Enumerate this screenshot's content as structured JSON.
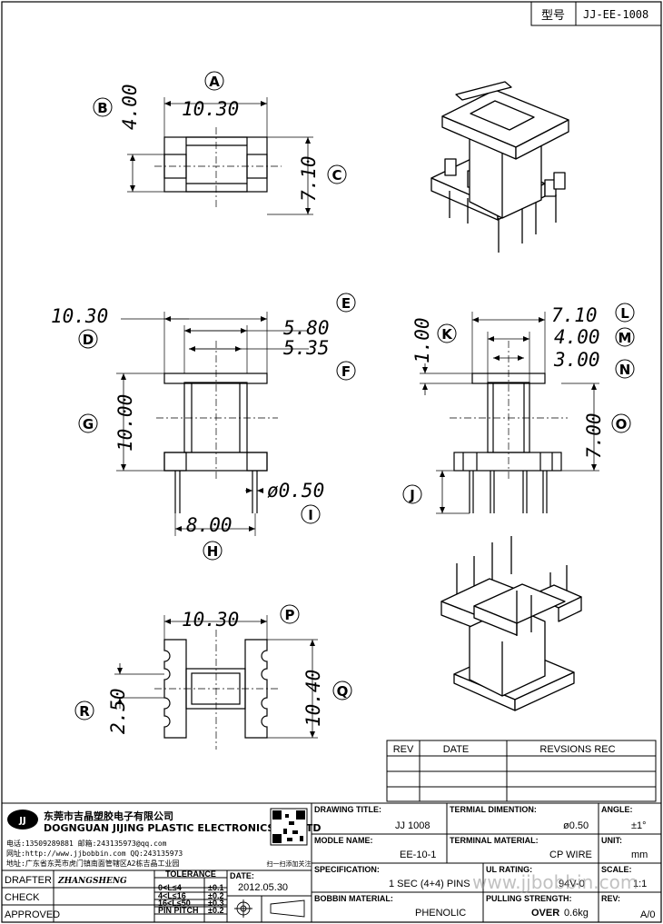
{
  "model_box": {
    "prefix": "型号",
    "model": "JJ-EE-1008"
  },
  "dimensions": {
    "A": {
      "letter": "A",
      "value": "10.30"
    },
    "B": {
      "letter": "B",
      "value": "4.00"
    },
    "C": {
      "letter": "C",
      "value": "7.10"
    },
    "D": {
      "letter": "D",
      "value": "10.30"
    },
    "E": {
      "letter": "E",
      "value": "5.80"
    },
    "F": {
      "letter": "F",
      "value": "5.35"
    },
    "G": {
      "letter": "G",
      "value": "10.00"
    },
    "H": {
      "letter": "H",
      "value": "8.00"
    },
    "I": {
      "letter": "I",
      "value": "ø0.50"
    },
    "J": {
      "letter": "J",
      "value": ""
    },
    "K": {
      "letter": "K",
      "value": "1.00"
    },
    "L": {
      "letter": "L",
      "value": "7.10"
    },
    "M": {
      "letter": "M",
      "value": "4.00"
    },
    "N": {
      "letter": "N",
      "value": "3.00"
    },
    "O": {
      "letter": "O",
      "value": "7.00"
    },
    "P": {
      "letter": "P",
      "value": "10.30"
    },
    "Q": {
      "letter": "Q",
      "value": "10.40"
    },
    "R": {
      "letter": "R",
      "value": "2.50"
    }
  },
  "revisions": {
    "col_rev": "REV",
    "col_date": "DATE",
    "col_rec": "REVSIONS REC"
  },
  "company": {
    "logo": "JJ",
    "name_cn": "东莞市吉晶塑胶电子有限公司",
    "name_en": "DOGNGUAN JIJING PLASTIC ELECTRONICS CO.,LTD",
    "line1": "电话:13509289881  邮箱:243135973@qq.com",
    "line2": "网址:http://www.jjbobbin.com  QQ:243135973",
    "line3": "地址:广东省东莞市虎门镇南面管辖区A2栋吉晶工业园",
    "qr_caption": "扫一扫添加关注"
  },
  "title_block": {
    "drawing_title_label": "DRAWING TITLE:",
    "drawing_title": "JJ  1008",
    "terminal_dim_label": "TERMIAL DIMENTION:",
    "terminal_dim": "ø0.50",
    "angle_label": "ANGLE:",
    "angle": "±1°",
    "model_name_label": "MODLE NAME:",
    "model_name": "EE-10-1",
    "terminal_material_label": "TERMINAL MATERIAL:",
    "terminal_material": "CP WIRE",
    "unit_label": "UNIT:",
    "unit": "mm",
    "spec_label": "SPECIFICATION:",
    "spec": "1 SEC (4+4) PINS",
    "ul_label": "UL RATING:",
    "ul": "94V-0",
    "scale_label": "SCALE:",
    "scale": "1:1",
    "bobbin_material_label": "BOBBIN  MATERIAL:",
    "bobbin_material": "PHENOLIC",
    "pulling_label": "PULLING STRENGTH:",
    "pulling_over": "OVER",
    "pulling_value": "0.6kg",
    "rev_label": "REV:",
    "rev": "A/0",
    "drafter_label": "DRAFTER",
    "drafter": "ZHANGSHENG",
    "check_label": "CHECK",
    "approved_label": "APPROVED",
    "tolerance_title": "TOLERANCE",
    "tolerances": [
      {
        "range": "0<L≤4",
        "tol": "±0.1"
      },
      {
        "range": "4<L≤16",
        "tol": "±0.2"
      },
      {
        "range": "16<L≤50",
        "tol": "±0.3"
      },
      {
        "range": "PIN PITCH",
        "tol": "±0.2"
      }
    ],
    "date_label": "DATE:",
    "date": "2012.05.30"
  },
  "watermark": "www.jjbobbin.com"
}
